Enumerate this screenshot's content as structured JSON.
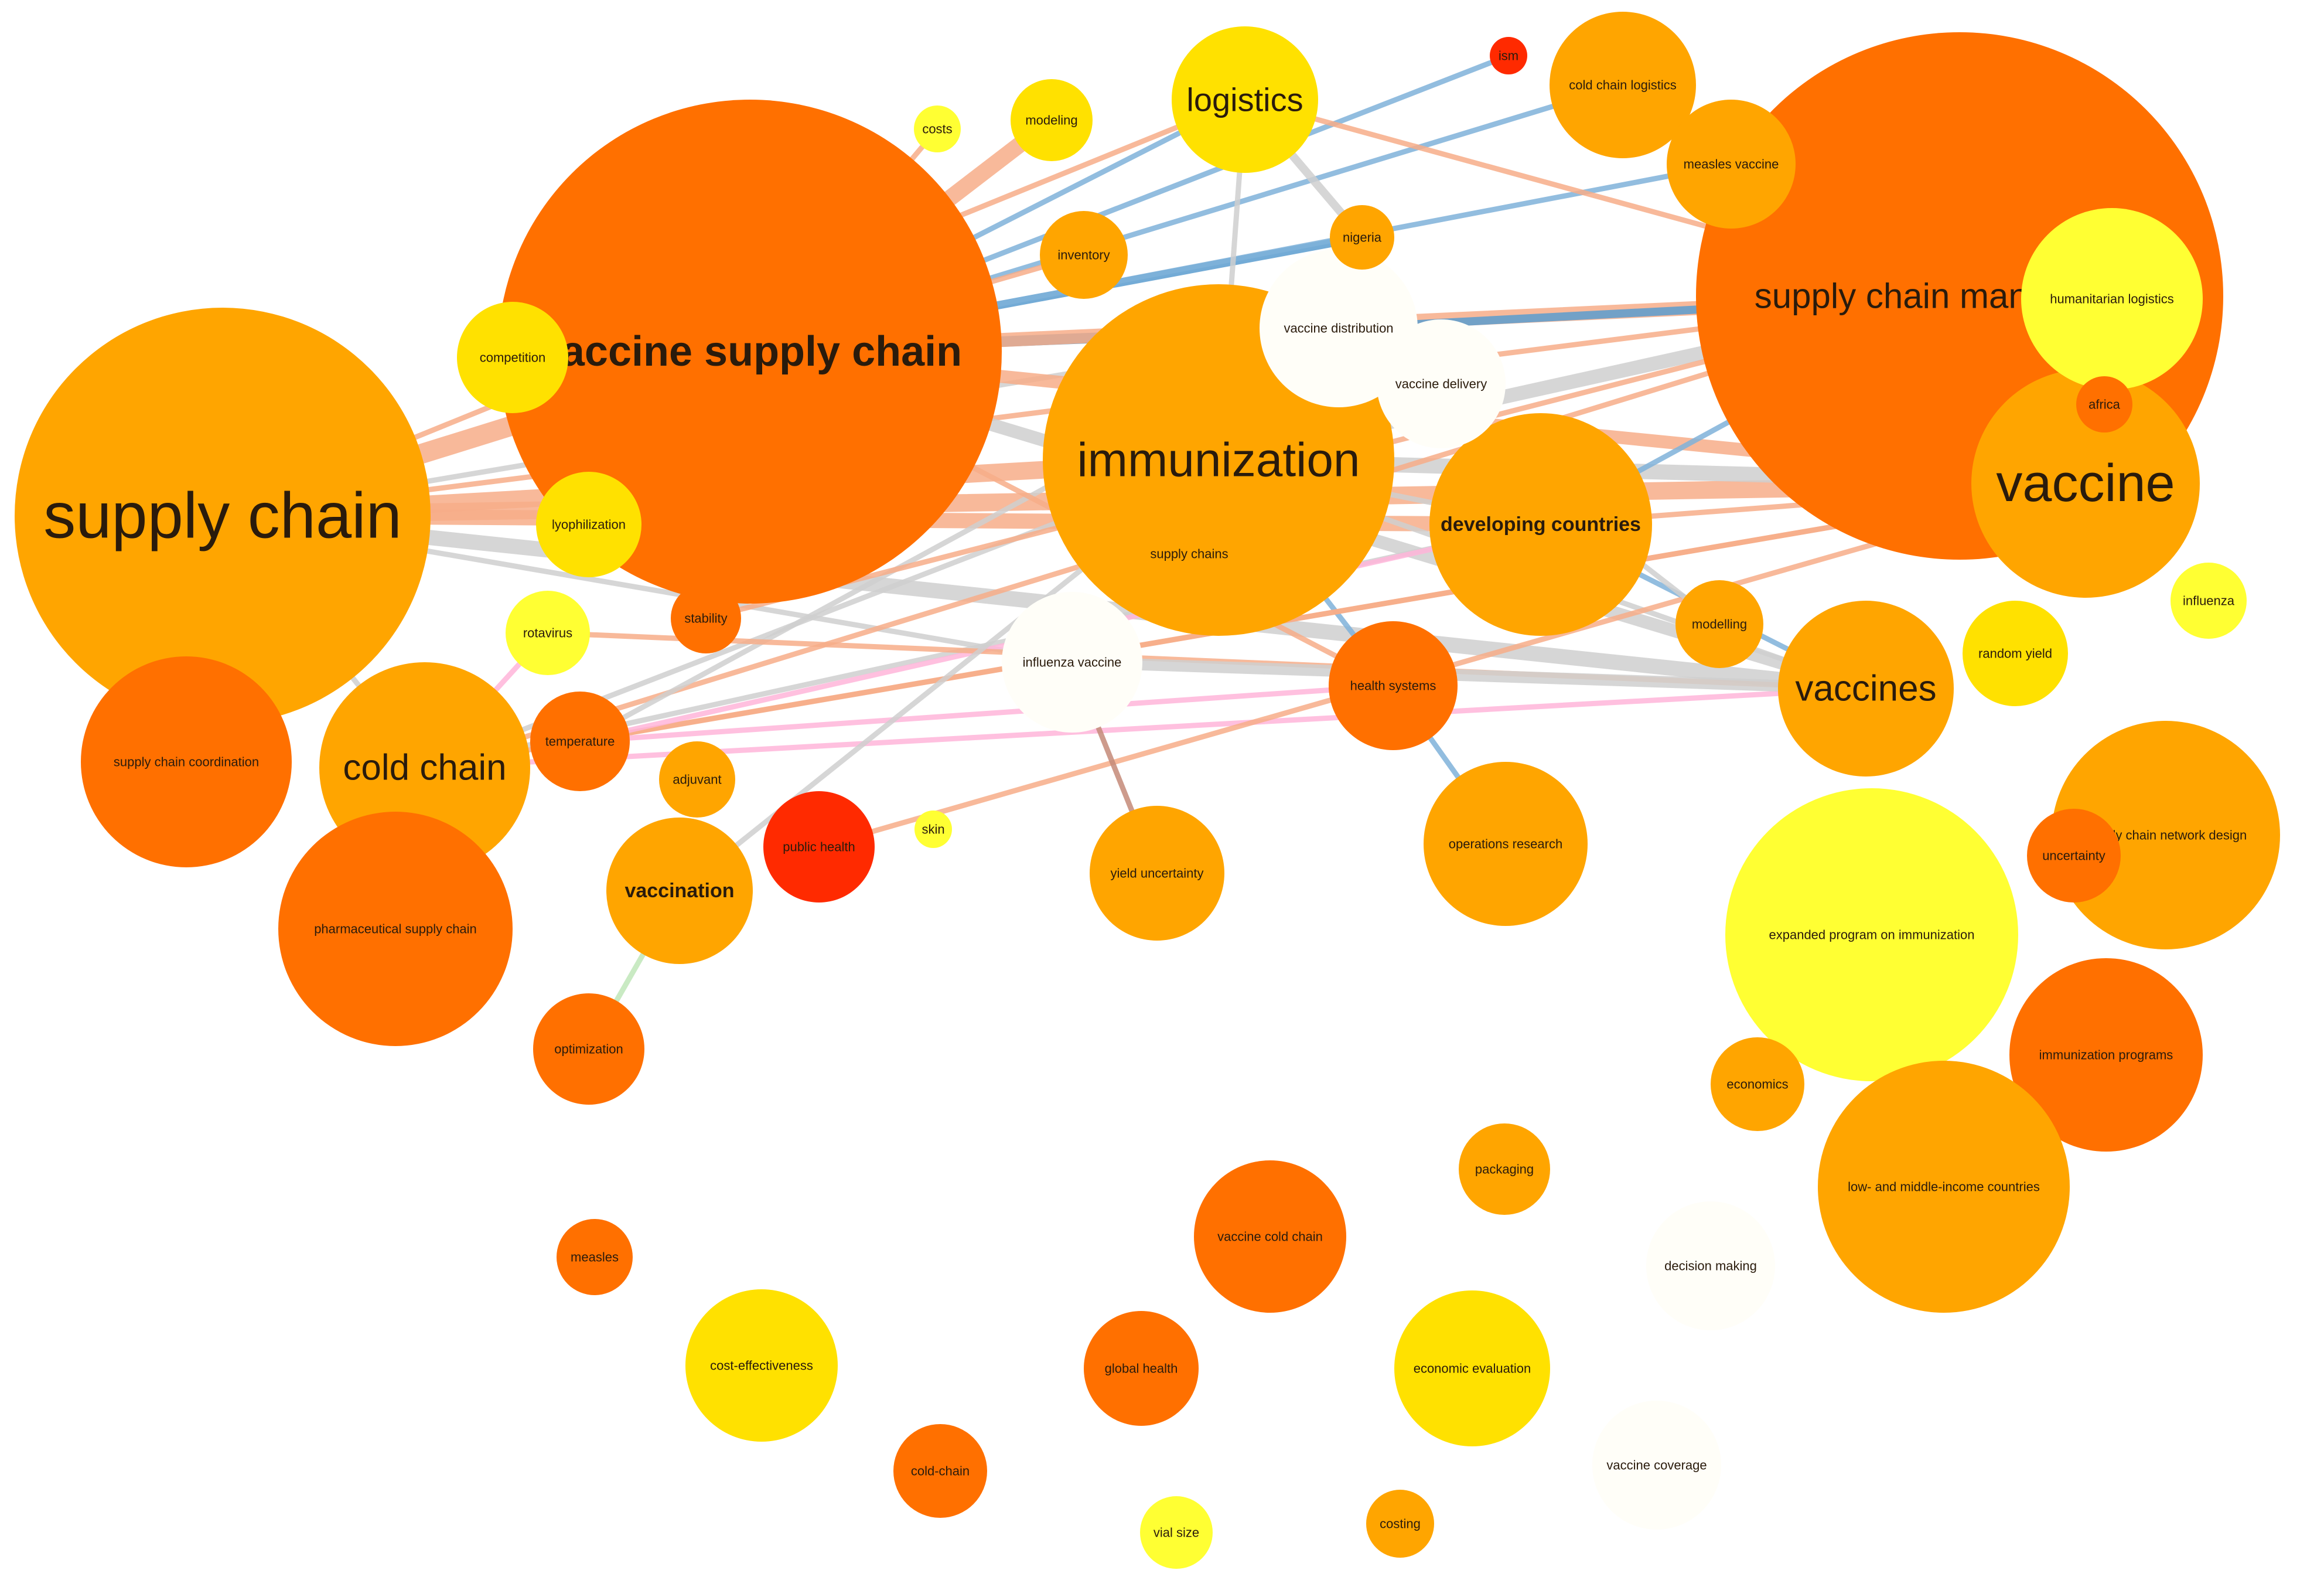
{
  "diagram": {
    "type": "keyword-cooccurrence-network",
    "nodes": [
      {
        "id": "supply-chain",
        "label": "supply chain",
        "color": "#ffa500"
      },
      {
        "id": "vaccine-supply-chain",
        "label": "vaccine supply chain",
        "color": "#ff7000",
        "bold": true
      },
      {
        "id": "immunization",
        "label": "immunization",
        "color": "#ffa500"
      },
      {
        "id": "supply-chain-management",
        "label": "supply chain management",
        "color": "#ff7000"
      },
      {
        "id": "vaccine",
        "label": "vaccine",
        "color": "#ffa500"
      },
      {
        "id": "logistics",
        "label": "logistics",
        "color": "#ffe100"
      },
      {
        "id": "cold-chain",
        "label": "cold chain",
        "color": "#ffa500"
      },
      {
        "id": "vaccines",
        "label": "vaccines",
        "color": "#ffa500"
      },
      {
        "id": "developing-countries",
        "label": "developing countries",
        "color": "#ffa500",
        "bold": true
      },
      {
        "id": "vaccine-distribution",
        "label": "vaccine distribution",
        "color": "#fffef8"
      },
      {
        "id": "vaccine-delivery",
        "label": "vaccine delivery",
        "color": "#fffef8"
      },
      {
        "id": "humanitarian-logistics",
        "label": "humanitarian logistics",
        "color": "#ffff33"
      },
      {
        "id": "influenza-vaccine",
        "label": "influenza vaccine",
        "color": "#fffef8"
      },
      {
        "id": "supply-chains",
        "label": "supply chains",
        "color": "#ffa500"
      },
      {
        "id": "competition",
        "label": "competition",
        "color": "#ffe100"
      },
      {
        "id": "lyophilization",
        "label": "lyophilization",
        "color": "#ffe100"
      },
      {
        "id": "costs",
        "label": "costs",
        "color": "#ffff33"
      },
      {
        "id": "modeling",
        "label": "modeling",
        "color": "#ffe100"
      },
      {
        "id": "inventory",
        "label": "inventory",
        "color": "#ffa500"
      },
      {
        "id": "nigeria",
        "label": "nigeria",
        "color": "#ffa500"
      },
      {
        "id": "ism",
        "label": "ism",
        "color": "#ff2a00"
      },
      {
        "id": "cold-chain-logistics",
        "label": "cold chain logistics",
        "color": "#ffa500"
      },
      {
        "id": "measles-vaccine",
        "label": "measles vaccine",
        "color": "#ffa500"
      },
      {
        "id": "africa",
        "label": "africa",
        "color": "#ff7000"
      },
      {
        "id": "influenza",
        "label": "influenza",
        "color": "#ffff33"
      },
      {
        "id": "random-yield",
        "label": "random yield",
        "color": "#ffe100"
      },
      {
        "id": "modelling",
        "label": "modelling",
        "color": "#ffa500"
      },
      {
        "id": "health-systems",
        "label": "health systems",
        "color": "#ff7000"
      },
      {
        "id": "stability",
        "label": "stability",
        "color": "#ff7000"
      },
      {
        "id": "rotavirus",
        "label": "rotavirus",
        "color": "#ffff33"
      },
      {
        "id": "supply-chain-coordination",
        "label": "supply chain coordination",
        "color": "#ff7000"
      },
      {
        "id": "temperature",
        "label": "temperature",
        "color": "#ff7000"
      },
      {
        "id": "adjuvant",
        "label": "adjuvant",
        "color": "#ffa500"
      },
      {
        "id": "public-health",
        "label": "public health",
        "color": "#ff2a00"
      },
      {
        "id": "skin",
        "label": "skin",
        "color": "#ffff33"
      },
      {
        "id": "vaccination",
        "label": "vaccination",
        "color": "#ffa500",
        "bold": true
      },
      {
        "id": "yield-uncertainty",
        "label": "yield uncertainty",
        "color": "#ffa500"
      },
      {
        "id": "operations-research",
        "label": "operations research",
        "color": "#ffa500"
      },
      {
        "id": "pharmaceutical-supply-chain",
        "label": "pharmaceutical supply chain",
        "color": "#ff7000"
      },
      {
        "id": "optimization",
        "label": "optimization",
        "color": "#ff7000"
      },
      {
        "id": "supply-chain-network-design",
        "label": "supply chain network design",
        "color": "#ffa500"
      },
      {
        "id": "uncertainty",
        "label": "uncertainty",
        "color": "#ff7000"
      },
      {
        "id": "expanded-program",
        "label": "expanded program on immunization",
        "color": "#ffff33"
      },
      {
        "id": "immunization-programs",
        "label": "immunization programs",
        "color": "#ff7000"
      },
      {
        "id": "economics",
        "label": "economics",
        "color": "#ffa500"
      },
      {
        "id": "lmic",
        "label": "low- and middle-income countries",
        "color": "#ffa500"
      },
      {
        "id": "packaging",
        "label": "packaging",
        "color": "#ffa500"
      },
      {
        "id": "vaccine-cold-chain",
        "label": "vaccine cold chain",
        "color": "#ff7000"
      },
      {
        "id": "decision-making",
        "label": "decision making",
        "color": "#fffef8"
      },
      {
        "id": "measles",
        "label": "measles",
        "color": "#ff7000"
      },
      {
        "id": "cost-effectiveness",
        "label": "cost-effectiveness",
        "color": "#ffe100"
      },
      {
        "id": "global-health",
        "label": "global health",
        "color": "#ff7000"
      },
      {
        "id": "economic-evaluation",
        "label": "economic evaluation",
        "color": "#ffe100"
      },
      {
        "id": "vaccine-coverage",
        "label": "vaccine coverage",
        "color": "#fffef8"
      },
      {
        "id": "cold-chain-hyphen",
        "label": "cold-chain",
        "color": "#ff7000"
      },
      {
        "id": "vial-size",
        "label": "vial size",
        "color": "#ffff33"
      },
      {
        "id": "costing",
        "label": "costing",
        "color": "#ffa500"
      }
    ],
    "edges": [
      {
        "from": "supply-chain",
        "to": "vaccine-supply-chain",
        "color": "#f7ad88"
      },
      {
        "from": "supply-chain",
        "to": "immunization",
        "color": "#f7ad88"
      },
      {
        "from": "supply-chain",
        "to": "developing-countries",
        "color": "#f7ad88"
      },
      {
        "from": "supply-chain",
        "to": "vaccine",
        "color": "#f7ad88"
      },
      {
        "from": "supply-chain",
        "to": "logistics",
        "color": "#f7ad88"
      },
      {
        "from": "supply-chain",
        "to": "supply-chain-management",
        "color": "#f7ad88"
      },
      {
        "from": "supply-chain",
        "to": "vaccines",
        "color": "#cfcfcf"
      },
      {
        "from": "supply-chain",
        "to": "vaccine-distribution",
        "color": "#cfcfcf"
      },
      {
        "from": "supply-chain",
        "to": "cold-chain",
        "color": "#cfcfcf"
      },
      {
        "from": "supply-chain",
        "to": "influenza-vaccine",
        "color": "#cfcfcf"
      },
      {
        "from": "vaccine-supply-chain",
        "to": "vaccine-distribution",
        "color": "#3d8cc8"
      },
      {
        "from": "vaccine-supply-chain",
        "to": "nigeria",
        "color": "#5a9ccf"
      },
      {
        "from": "vaccine-supply-chain",
        "to": "logistics",
        "color": "#7fb2d9"
      },
      {
        "from": "vaccine-supply-chain",
        "to": "measles-vaccine",
        "color": "#7fb2d9"
      },
      {
        "from": "vaccine-supply-chain",
        "to": "ism",
        "color": "#7fb2d9"
      },
      {
        "from": "vaccine-supply-chain",
        "to": "cold-chain-logistics",
        "color": "#7fb2d9"
      },
      {
        "from": "vaccine-supply-chain",
        "to": "vaccine",
        "color": "#f7ad88"
      },
      {
        "from": "vaccine-supply-chain",
        "to": "supply-chain-management",
        "color": "#f7ad88"
      },
      {
        "from": "vaccine-supply-chain",
        "to": "costs",
        "color": "#f7ad88"
      },
      {
        "from": "vaccine-supply-chain",
        "to": "modeling",
        "color": "#f7ad88"
      },
      {
        "from": "vaccine-supply-chain",
        "to": "inventory",
        "color": "#f7ad88"
      },
      {
        "from": "vaccine-supply-chain",
        "to": "vaccines",
        "color": "#cfcfcf"
      },
      {
        "from": "immunization",
        "to": "supply-chain-management",
        "color": "#cfcfcf"
      },
      {
        "from": "immunization",
        "to": "vaccine",
        "color": "#cfcfcf"
      },
      {
        "from": "immunization",
        "to": "vaccine-distribution",
        "color": "#cfcfcf"
      },
      {
        "from": "immunization",
        "to": "logistics",
        "color": "#cfcfcf"
      },
      {
        "from": "immunization",
        "to": "developing-countries",
        "color": "#cfcfcf"
      },
      {
        "from": "immunization",
        "to": "vaccines",
        "color": "#cfcfcf"
      },
      {
        "from": "immunization",
        "to": "health-systems",
        "color": "#7fb2d9"
      },
      {
        "from": "logistics",
        "to": "nigeria",
        "color": "#cfcfcf"
      },
      {
        "from": "logistics",
        "to": "supply-chain-management",
        "color": "#f7ad88"
      },
      {
        "from": "developing-countries",
        "to": "supply-chain-management",
        "color": "#7fb2d9"
      },
      {
        "from": "developing-countries",
        "to": "vaccine",
        "color": "#f7ad88"
      },
      {
        "from": "developing-countries",
        "to": "vaccines",
        "color": "#7fb2d9"
      },
      {
        "from": "cold-chain",
        "to": "vaccine",
        "color": "#f7ad88"
      },
      {
        "from": "cold-chain",
        "to": "supply-chain-management",
        "color": "#f7ad88"
      },
      {
        "from": "cold-chain",
        "to": "immunization",
        "color": "#cfcfcf"
      },
      {
        "from": "cold-chain",
        "to": "vaccines",
        "color": "#ffb5d9"
      },
      {
        "from": "cold-chain",
        "to": "rotavirus",
        "color": "#ffb5d9"
      },
      {
        "from": "cold-chain",
        "to": "developing-countries",
        "color": "#cfcfcf"
      },
      {
        "from": "temperature",
        "to": "vaccine",
        "color": "#f7ad88"
      },
      {
        "from": "temperature",
        "to": "vaccine-distribution",
        "color": "#cfcfcf"
      },
      {
        "from": "temperature",
        "to": "health-systems",
        "color": "#ffb5d9"
      },
      {
        "from": "temperature",
        "to": "developing-countries",
        "color": "#ffb5d9"
      },
      {
        "from": "rotavirus",
        "to": "vaccines",
        "color": "#f7ad88"
      },
      {
        "from": "public-health",
        "to": "vaccine",
        "color": "#f7ad88"
      },
      {
        "from": "vaccination",
        "to": "immunization",
        "color": "#cfcfcf"
      },
      {
        "from": "vaccination",
        "to": "optimization",
        "color": "#bfe6b8"
      },
      {
        "from": "vaccine-distribution",
        "to": "supply-chain-management",
        "color": "#5a9ccf"
      },
      {
        "from": "health-systems",
        "to": "operations-research",
        "color": "#7fb2d9"
      },
      {
        "from": "health-systems",
        "to": "vaccine-supply-chain",
        "color": "#f7ad88"
      },
      {
        "from": "influenza-vaccine",
        "to": "yield-uncertainty",
        "color": "#c48a78"
      },
      {
        "from": "influenza-vaccine",
        "to": "vaccines",
        "color": "#cfcfcf"
      },
      {
        "from": "stability",
        "to": "supply-chain-management",
        "color": "#f7ad88"
      },
      {
        "from": "modelling",
        "to": "vaccine-distribution",
        "color": "#cfcfcf"
      }
    ]
  }
}
